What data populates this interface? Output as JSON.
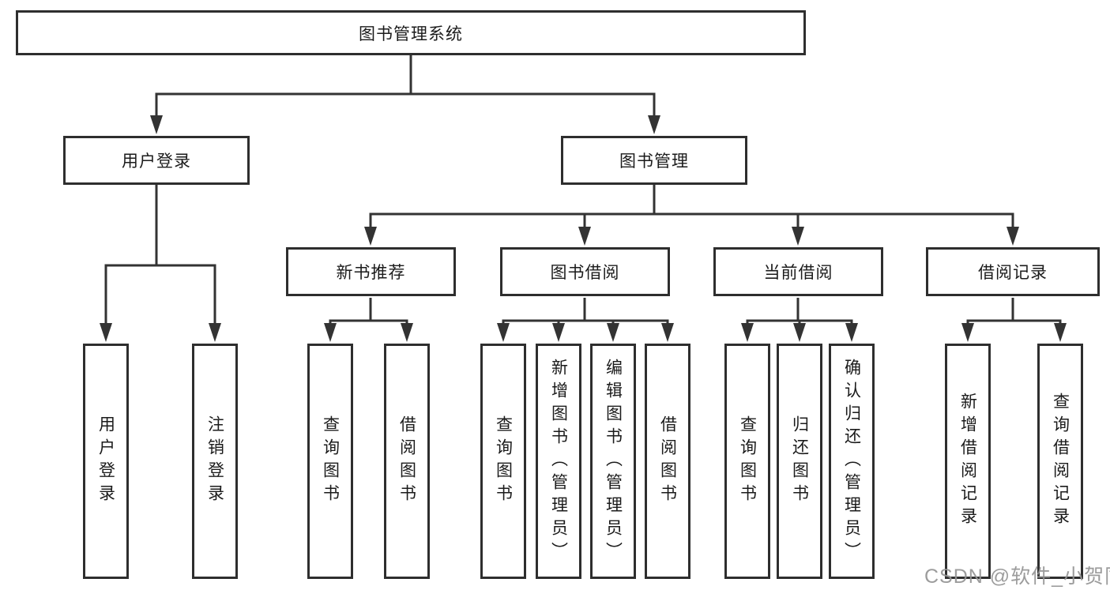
{
  "watermark": "CSDN @软件_小贺同学",
  "colors": {
    "line": "#333333",
    "box_border": "#2e2e2e",
    "box_fill": "#ffffff",
    "text": "#1b1b1b",
    "watermark": "#949494"
  },
  "tree": {
    "root": "图书管理系统",
    "branches": [
      {
        "label": "用户登录",
        "children": [
          "用户登录",
          "注销登录"
        ]
      },
      {
        "label": "图书管理",
        "groups": [
          {
            "label": "新书推荐",
            "children": [
              "查询图书",
              "借阅图书"
            ]
          },
          {
            "label": "图书借阅",
            "children": [
              "查询图书",
              "新增图书（管理员）",
              "编辑图书（管理员）",
              "借阅图书"
            ]
          },
          {
            "label": "当前借阅",
            "children": [
              "查询图书",
              "归还图书",
              "确认归还（管理员）"
            ]
          },
          {
            "label": "借阅记录",
            "children": [
              "新增借阅记录",
              "查询借阅记录"
            ]
          }
        ]
      }
    ]
  }
}
